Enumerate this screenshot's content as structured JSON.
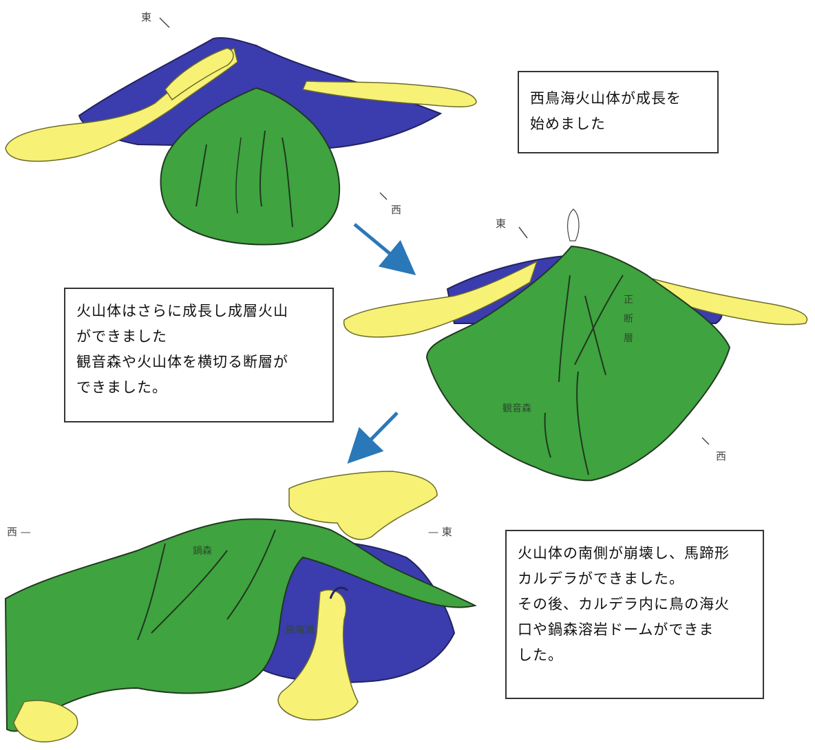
{
  "captions": {
    "stage1": {
      "lines": [
        "西鳥海火山体が成長を",
        "始めました"
      ]
    },
    "stage2": {
      "lines": [
        "火山体はさらに成長し成層火山",
        "ができました",
        "観音森や火山体を横切る断層が",
        "できました。"
      ]
    },
    "stage3": {
      "lines": [
        "火山体の南側が崩壊し、馬蹄形",
        "カルデラができました。",
        "その後、カルデラ内に鳥の海火",
        "口や鍋森溶岩ドームができま",
        "した。"
      ]
    }
  },
  "directions": {
    "east": "東",
    "west": "西",
    "east_arrow": "— 東",
    "west_arrow": "西 —"
  },
  "place_labels": {
    "kannonmori": "観音森",
    "fault": [
      "正",
      "断",
      "層"
    ],
    "nabemori": "鍋森",
    "caldera_label": "鳥海湖"
  },
  "colors": {
    "volcano_green": "#3fa33f",
    "lava_yellow": "#f7f175",
    "old_blue": "#3b3cae",
    "arrow_blue": "#2a78b8",
    "outline": "#2a3a2a"
  }
}
